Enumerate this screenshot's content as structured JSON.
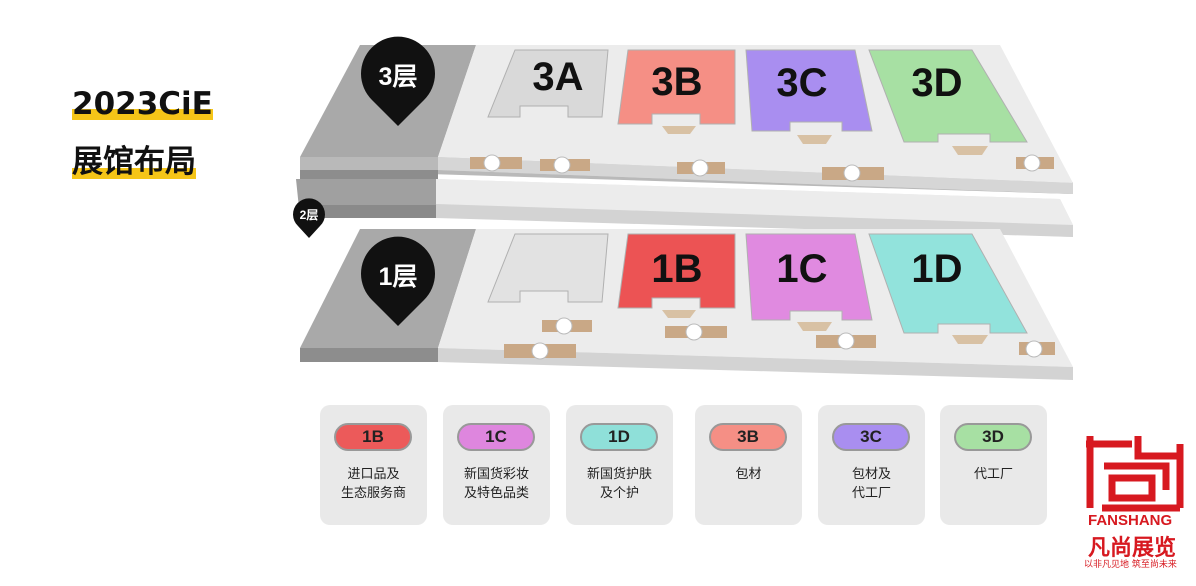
{
  "title": {
    "line1": "2023CiE",
    "line2": "展馆布局"
  },
  "floors": [
    {
      "label": "3层"
    },
    {
      "label": "2层"
    },
    {
      "label": "1层"
    }
  ],
  "halls": {
    "floor3": [
      {
        "label": "3A",
        "color": "#d9d9d9"
      },
      {
        "label": "3B",
        "color": "#f58f85"
      },
      {
        "label": "3C",
        "color": "#a98ef0"
      },
      {
        "label": "3D",
        "color": "#a7e0a3"
      }
    ],
    "floor1": [
      {
        "label": "",
        "color": "#e2e2e2"
      },
      {
        "label": "1B",
        "color": "#ec5354"
      },
      {
        "label": "1C",
        "color": "#e08ae0"
      },
      {
        "label": "1D",
        "color": "#92e3dc"
      }
    ]
  },
  "legend": [
    {
      "code": "1B",
      "color": "#ec5a5a",
      "line1": "进口品及",
      "line2": "生态服务商"
    },
    {
      "code": "1C",
      "color": "#de86de",
      "line1": "新国货彩妆",
      "line2": "及特色品类"
    },
    {
      "code": "1D",
      "color": "#8fe0d9",
      "line1": "新国货护肤",
      "line2": "及个护"
    },
    {
      "code": "3B",
      "color": "#f58f85",
      "line1": "包材",
      "line2": ""
    },
    {
      "code": "3C",
      "color": "#a98ef0",
      "line1": "包材及",
      "line2": "代工厂"
    },
    {
      "code": "3D",
      "color": "#a7e0a3",
      "line1": "代工厂",
      "line2": ""
    }
  ],
  "logo": {
    "en": "FANSHANG",
    "cn": "凡尚展览",
    "slogan": "以非凡见地 筑至尚未来",
    "color": "#d71920"
  }
}
